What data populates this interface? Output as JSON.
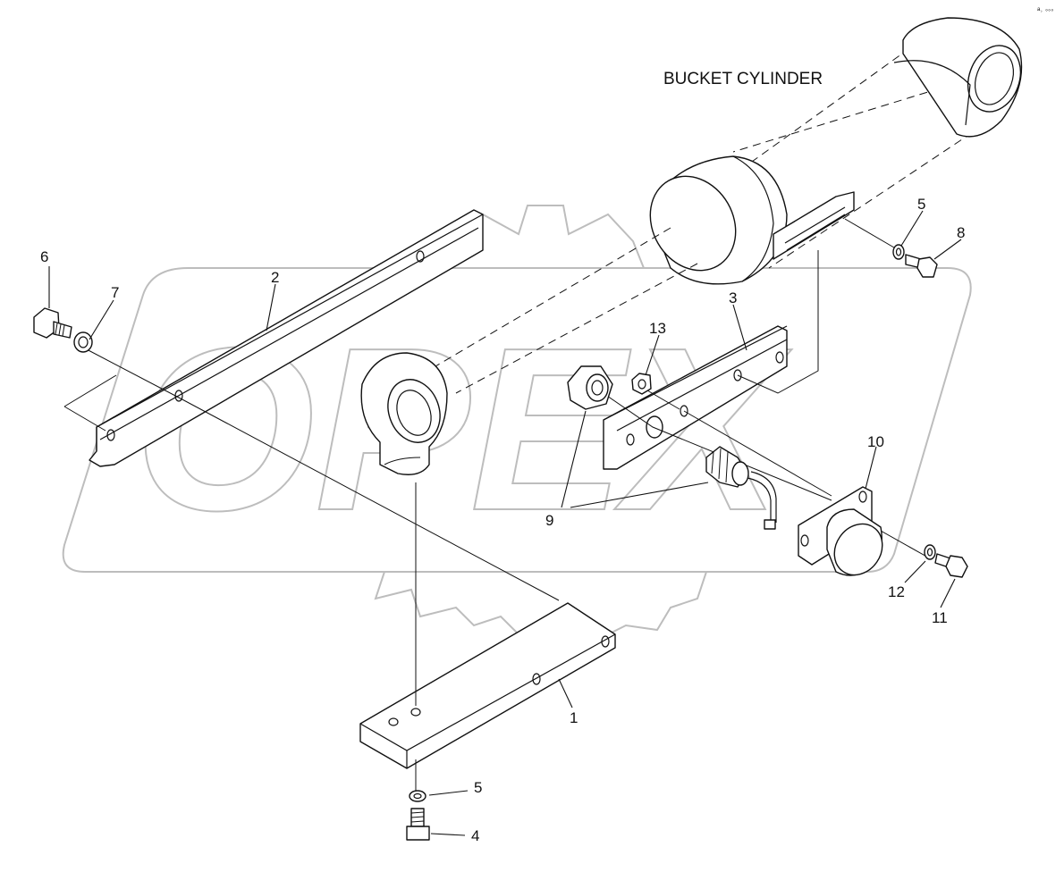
{
  "diagram": {
    "title": "BUCKET CYLINDER",
    "watermark": "OPEX",
    "corner_mark": "ᵃ˒ ◦◦◦",
    "callouts": {
      "c1": "1",
      "c2": "2",
      "c3": "3",
      "c4": "4",
      "c5a": "5",
      "c5b": "5",
      "c6": "6",
      "c7": "7",
      "c8": "8",
      "c9": "9",
      "c10": "10",
      "c11": "11",
      "c12": "12",
      "c13": "13"
    }
  }
}
